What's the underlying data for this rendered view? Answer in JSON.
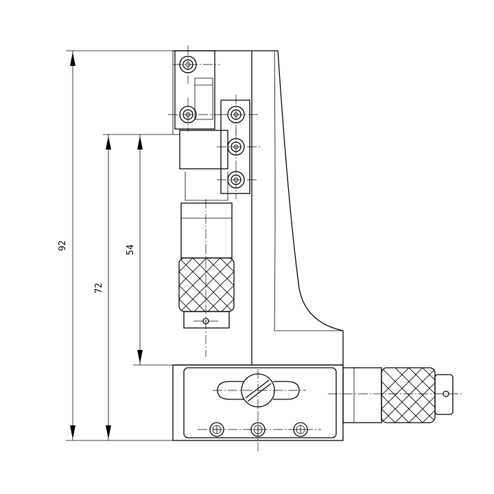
{
  "drawing": {
    "dimensions": [
      {
        "id": "overall-height",
        "text": "92"
      },
      {
        "id": "mid-height",
        "text": "72"
      },
      {
        "id": "travel-height",
        "text": "54"
      }
    ]
  }
}
